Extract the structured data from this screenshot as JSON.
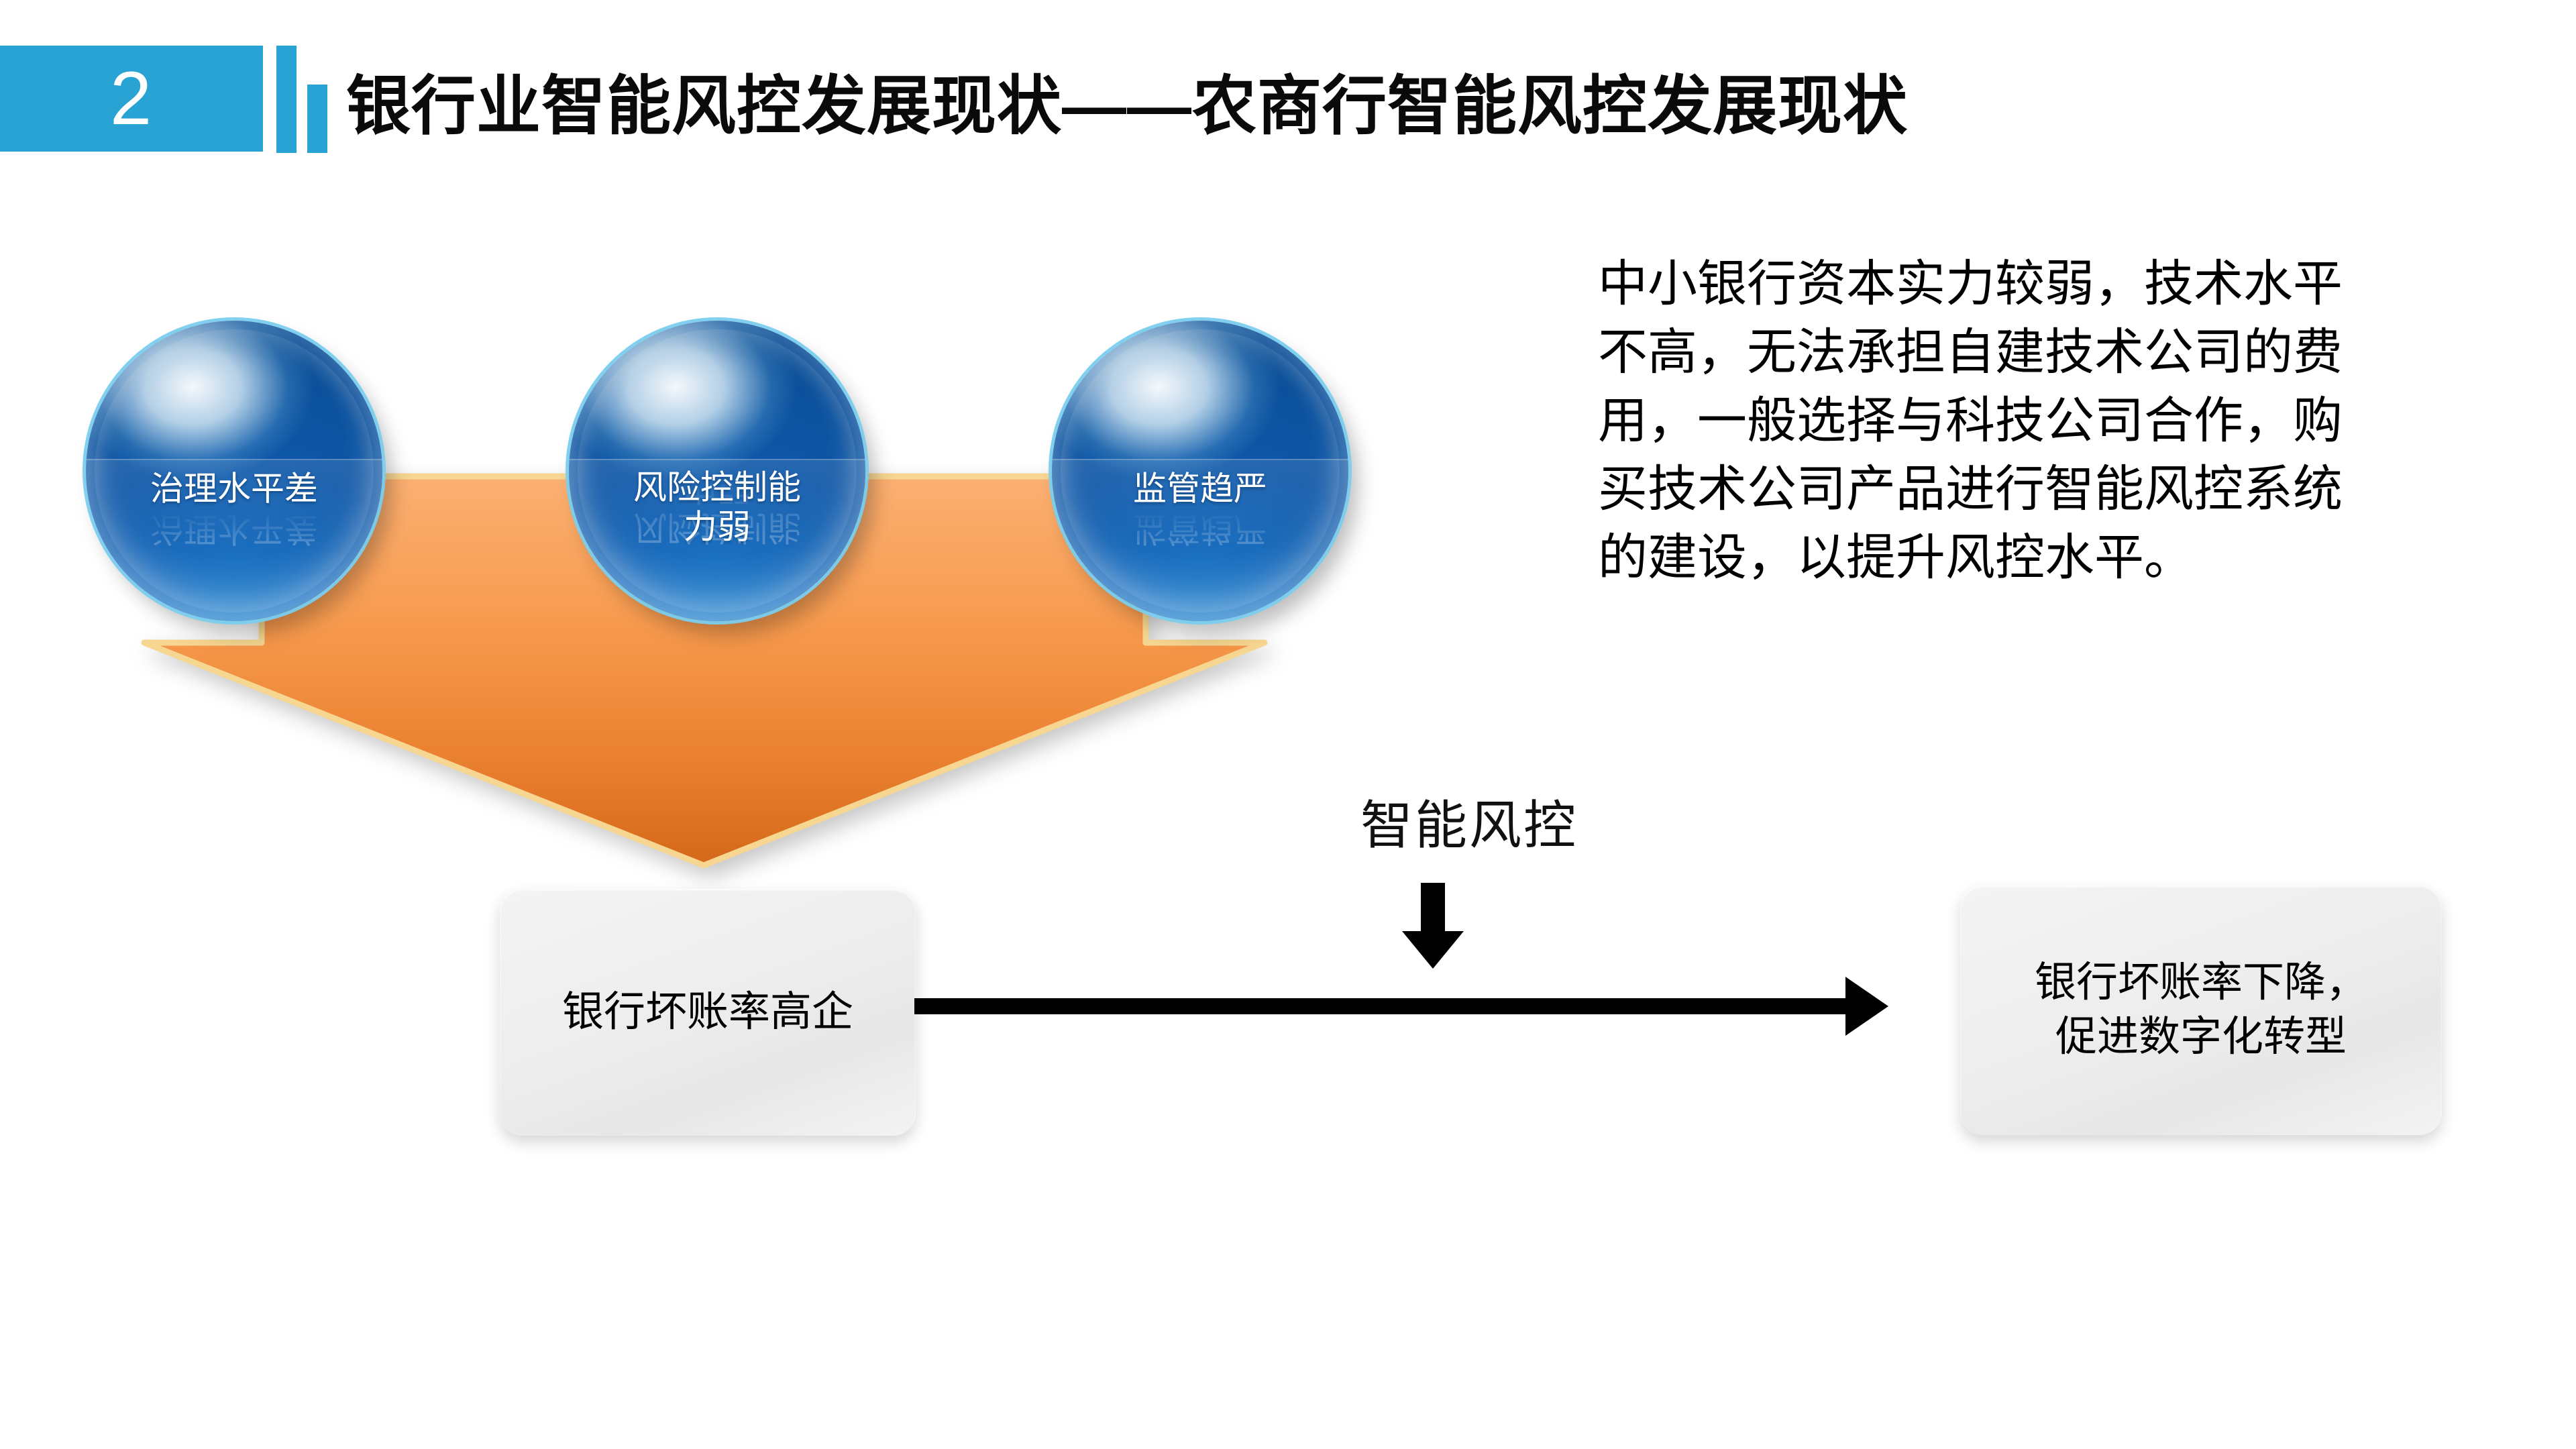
{
  "header": {
    "number": "2",
    "title": "银行业智能风控发展现状——农商行智能风控发展现状",
    "accent_color": "#28a3d3"
  },
  "spheres": [
    {
      "label": "治理水平差"
    },
    {
      "label": "风险控制能\n力弱"
    },
    {
      "label": "监管趋严"
    }
  ],
  "arrow": {
    "fill_top": "#f9a261",
    "fill_bottom": "#da6f1b",
    "stroke": "#f5d48a"
  },
  "paragraph": "中小银行资本实力较弱，技术水平不高，无法承担自建技术公司的费用，一般选择与科技公司合作，购买技术公司产品进行智能风控系统的建设，以提升风控水平。",
  "flow": {
    "left_box": "银行坏账率高企",
    "middle_label": "智能风控",
    "right_box": "银行坏账率下降，\n促进数字化转型",
    "line_color": "#000000"
  }
}
